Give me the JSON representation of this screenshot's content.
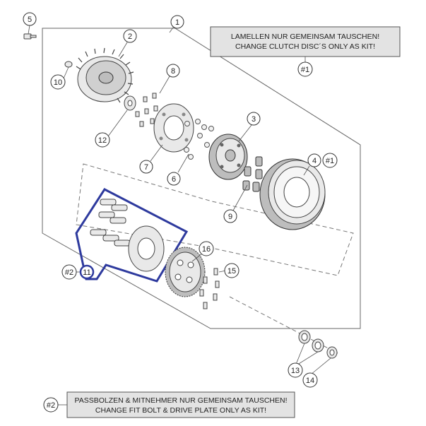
{
  "callouts": {
    "c1": "1",
    "c2": "2",
    "c3": "3",
    "c4": "4",
    "c5": "5",
    "c6": "6",
    "c7": "7",
    "c8": "8",
    "c9": "9",
    "c10": "10",
    "c11": "11",
    "c12": "12",
    "c13": "13",
    "c14": "14",
    "c15": "15",
    "c16": "16",
    "ref1a": "#1",
    "ref1b": "#1",
    "ref2a": "#2",
    "ref2b": "#2"
  },
  "notes": {
    "top_line1": "LAMELLEN NUR GEMEINSAM TAUSCHEN!",
    "top_line2": "CHANGE CLUTCH DISC´S ONLY AS KIT!",
    "bottom_line1": "PASSBOLZEN & MITNEHMER NUR GEMEINSAM TAUSCHEN!",
    "bottom_line2": "CHANGE FIT BOLT & DRIVE PLATE ONLY AS KIT!"
  },
  "colors": {
    "highlight": "#2e3a9e",
    "note_box": "#e3e3e3"
  }
}
